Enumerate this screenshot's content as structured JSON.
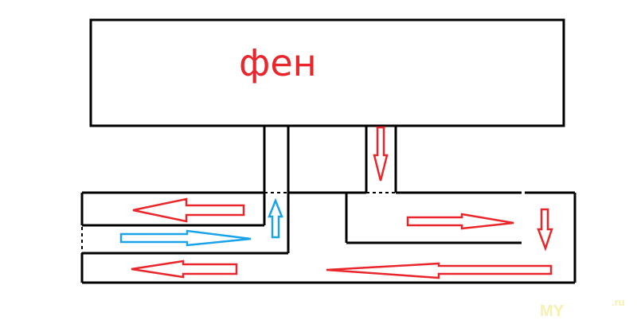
{
  "diagram": {
    "label": "фен",
    "watermark": {
      "main": "MY",
      "suffix": ".ru"
    },
    "colors": {
      "hot_air": "#e8262c",
      "cold_air": "#1aa3e8",
      "walls": "#000000"
    }
  }
}
